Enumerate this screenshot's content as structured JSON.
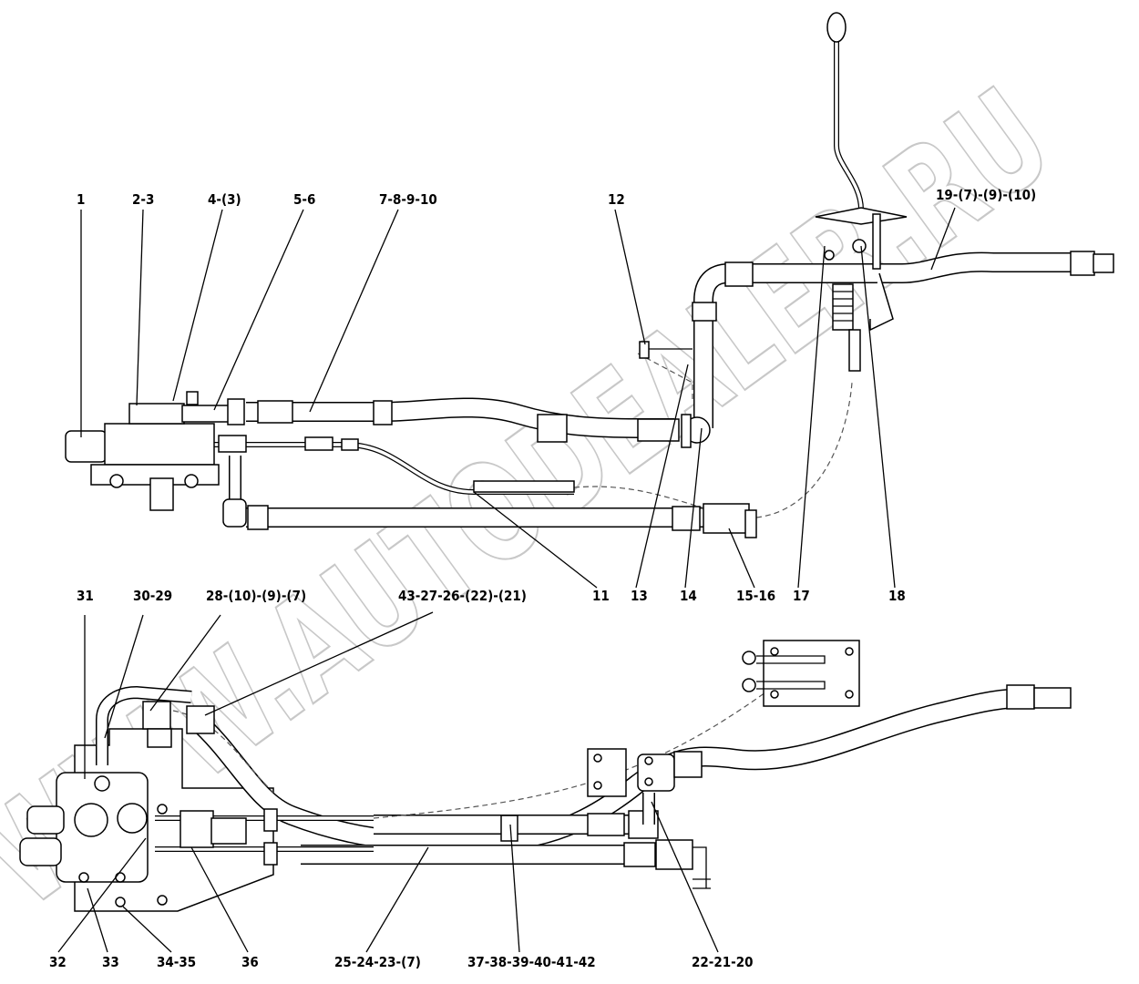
{
  "watermark": "WWW.AUTODEALER.RU",
  "top_assembly": {
    "labels": [
      "1",
      "2-3",
      "4-(3)",
      "5-6",
      "7-8-9-10",
      "12",
      "19-(7)-(9)-(10)",
      "11",
      "13",
      "14",
      "15-16",
      "17",
      "18"
    ]
  },
  "bottom_assembly": {
    "labels": [
      "31",
      "30-29",
      "28-(10)-(9)-(7)",
      "43-27-26-(22)-(21)",
      "32",
      "33",
      "34-35",
      "36",
      "25-24-23-(7)",
      "37-38-39-40-41-42",
      "22-21-20"
    ]
  }
}
